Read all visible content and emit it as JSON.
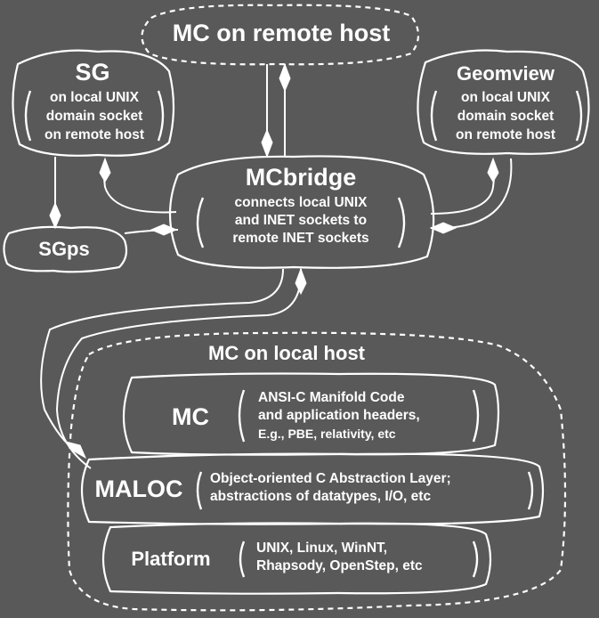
{
  "remote_mc": {
    "title": "MC on remote host"
  },
  "sg": {
    "title": "SG",
    "lines": [
      "on local UNIX",
      "domain socket",
      "on remote host"
    ]
  },
  "geomview": {
    "title": "Geomview",
    "lines": [
      "on local UNIX",
      "domain socket",
      "on remote host"
    ]
  },
  "mcbridge": {
    "title": "MCbridge",
    "lines": [
      "connects local UNIX",
      "and INET sockets to",
      "remote INET sockets"
    ]
  },
  "sgps": {
    "title": "SGps"
  },
  "local_host": {
    "title": "MC on local host"
  },
  "mc": {
    "title": "MC",
    "lines": [
      "ANSI-C Manifold Code",
      "and application headers,",
      "E.g., PBE, relativity, etc"
    ]
  },
  "maloc": {
    "title": "MALOC",
    "lines": [
      "Object-oriented C Abstraction Layer;",
      "abstractions of datatypes, I/O, etc"
    ]
  },
  "platform": {
    "title": "Platform",
    "lines": [
      "UNIX, Linux, WinNT,",
      "Rhapsody, OpenStep, etc"
    ]
  }
}
